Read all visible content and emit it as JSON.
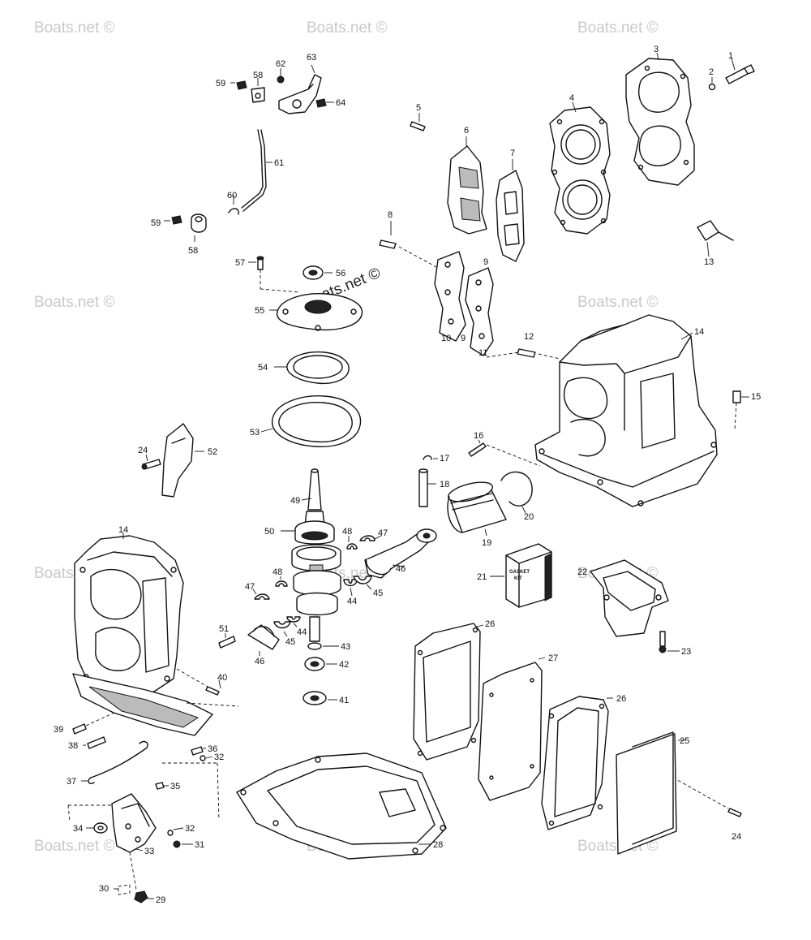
{
  "watermark": {
    "text": "Boats.net ©",
    "center_text": "Boats.net ©"
  },
  "kit_box": {
    "line1": "GASKET",
    "line2": "KIT"
  },
  "labels": {
    "p1": "1",
    "p2": "2",
    "p3": "3",
    "p4": "4",
    "p5": "5",
    "p6": "6",
    "p7": "7",
    "p8": "8",
    "p9a": "9",
    "p9b": "9",
    "p10": "10",
    "p11": "11",
    "p12": "12",
    "p13": "13",
    "p14a": "14",
    "p14b": "14",
    "p15": "15",
    "p16": "16",
    "p17": "17",
    "p18": "18",
    "p19": "19",
    "p20": "20",
    "p21": "21",
    "p22": "22",
    "p23": "23",
    "p24a": "24",
    "p24b": "24",
    "p25": "25",
    "p26a": "26",
    "p26b": "26",
    "p27": "27",
    "p28": "28",
    "p29": "29",
    "p30": "30",
    "p31": "31",
    "p32a": "32",
    "p32b": "32",
    "p33": "33",
    "p34": "34",
    "p35": "35",
    "p36": "36",
    "p37": "37",
    "p38": "38",
    "p39": "39",
    "p40": "40",
    "p41": "41",
    "p42": "42",
    "p43": "43",
    "p44a": "44",
    "p44b": "44",
    "p45a": "45",
    "p45b": "45",
    "p46a": "46",
    "p46b": "46",
    "p47a": "47",
    "p47b": "47",
    "p48a": "48",
    "p48b": "48",
    "p49": "49",
    "p50": "50",
    "p51": "51",
    "p52": "52",
    "p53": "53",
    "p54": "54",
    "p55": "55",
    "p56": "56",
    "p57": "57",
    "p58a": "58",
    "p58b": "58",
    "p59a": "59",
    "p59b": "59",
    "p60": "60",
    "p61": "61",
    "p62": "62",
    "p63": "63",
    "p64": "64"
  }
}
